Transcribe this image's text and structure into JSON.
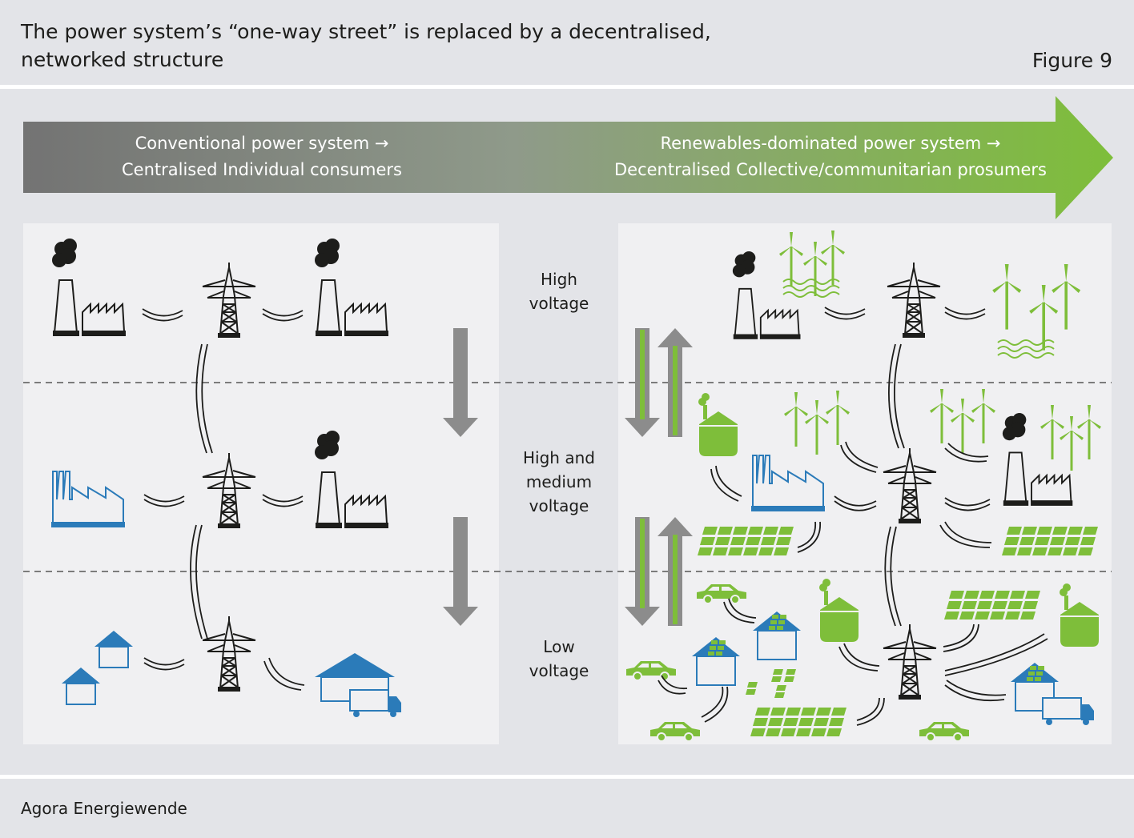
{
  "header": {
    "title_line1": "The power system’s “one-way street” is replaced by a decentralised,",
    "title_line2": "networked structure",
    "figure_label": "Figure 9"
  },
  "arrow": {
    "left_line1": "Conventional power system →",
    "left_line2": "Centralised Individual consumers",
    "right_line1": "Renewables-dominated power system →",
    "right_line2": "Decentralised Collective/communitarian prosumers"
  },
  "levels": {
    "high_line1": "High",
    "high_line2": "voltage",
    "medium_line1": "High and",
    "medium_line2": "medium",
    "medium_line3": "voltage",
    "low_line1": "Low",
    "low_line2": "voltage"
  },
  "footer": {
    "source": "Agora Energiewende"
  },
  "colors": {
    "background": "#e3e4e8",
    "panel": "#f0f0f2",
    "arrow_start": "#737373",
    "arrow_end": "#7ebe3a",
    "blue": "#2b7bb9",
    "green": "#7ebe3a",
    "grey_arrow": "#8c8c8c"
  },
  "icons": [
    "power-plant-icon",
    "pylon-icon",
    "factory-icon",
    "house-icon",
    "warehouse-icon",
    "truck-icon",
    "wind-turbine-icon",
    "solar-panel-icon",
    "car-icon",
    "biogas-plant-icon"
  ]
}
